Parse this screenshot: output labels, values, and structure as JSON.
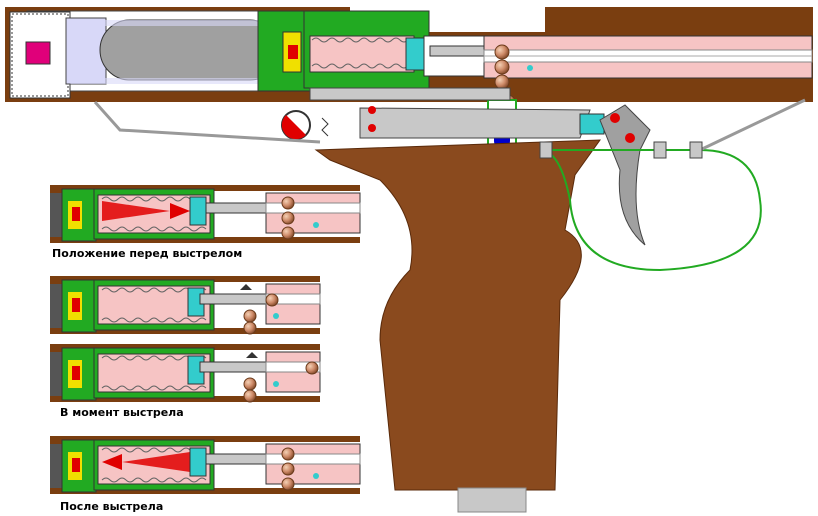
{
  "captions": {
    "before_shot": "Положение перед выстрелом",
    "at_shot": "В момент выстрела",
    "after_shot": "После выстрела"
  },
  "colors": {
    "wood": "#7a3e10",
    "grip": "#8a4a1e",
    "gas": "#d8d8f8",
    "tank": "#a0a0a0",
    "body_green": "#22aa22",
    "cyan_part": "#33cccc",
    "bolt_gray": "#c8c8c8",
    "barrel_pink": "#f6c4c4",
    "ball_copper": "#cc8866",
    "red": "#e00000",
    "yellow": "#f0e000",
    "blue": "#0000cc",
    "magenta": "#e0007a",
    "dark": "#333333"
  },
  "icons": {
    "pressure_gauge": "gauge-icon",
    "arrow_forward": "arrow-right-icon",
    "arrow_back": "arrow-left-icon"
  }
}
